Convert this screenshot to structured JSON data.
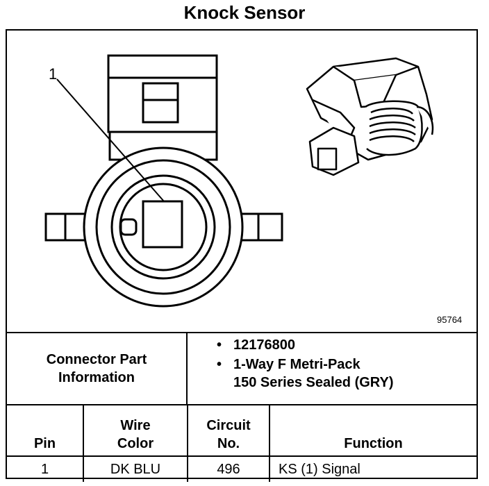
{
  "title": "Knock Sensor",
  "figure": {
    "callout_label": "1",
    "figure_number": "95764"
  },
  "connector_info": {
    "label_line1": "Connector Part",
    "label_line2": "Information",
    "items": [
      {
        "text": "12176800"
      },
      {
        "line1": "1-Way F Metri-Pack",
        "line2": "150 Series Sealed (GRY)"
      }
    ]
  },
  "pin_table": {
    "headers": {
      "pin": "Pin",
      "wire_color_line1": "Wire",
      "wire_color_line2": "Color",
      "circuit_line1": "Circuit",
      "circuit_line2": "No.",
      "function": "Function"
    },
    "rows": [
      {
        "pin": "1",
        "wire_color": "DK BLU",
        "circuit": "496",
        "function": "KS (1) Signal"
      }
    ]
  }
}
